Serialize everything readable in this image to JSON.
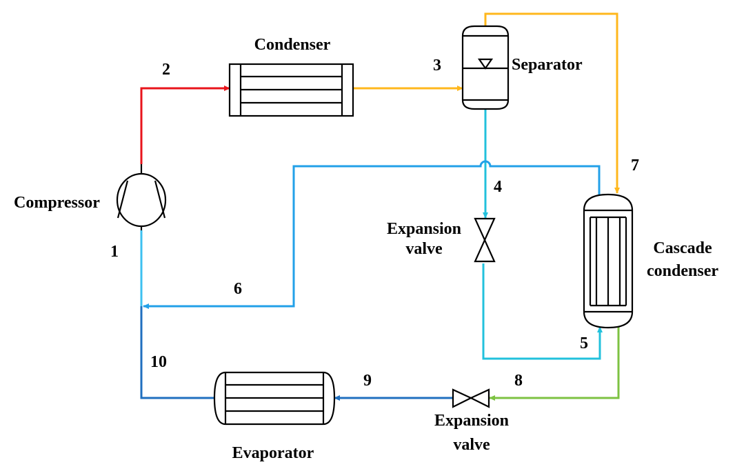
{
  "components": {
    "condenser": "Condenser",
    "separator": "Separator",
    "compressor": "Compressor",
    "expansion_valve_upper": [
      "Expansion",
      "valve"
    ],
    "cascade_condenser": [
      "Cascade",
      "condenser"
    ],
    "evaporator": "Evaporator",
    "expansion_valve_lower": [
      "Expansion",
      "valve"
    ]
  },
  "state_points": [
    "1",
    "2",
    "3",
    "4",
    "5",
    "6",
    "7",
    "8",
    "9",
    "10"
  ],
  "colors": {
    "discharge": "#e8141b",
    "liquid": "#ffb71c",
    "separator_liquid": "#22c1dc",
    "vapor_return": "#22a0e8",
    "evaporator_out": "#1f6fbf",
    "cascade_out": "#7dc242",
    "mixed_suction": "#3cc0f0"
  }
}
